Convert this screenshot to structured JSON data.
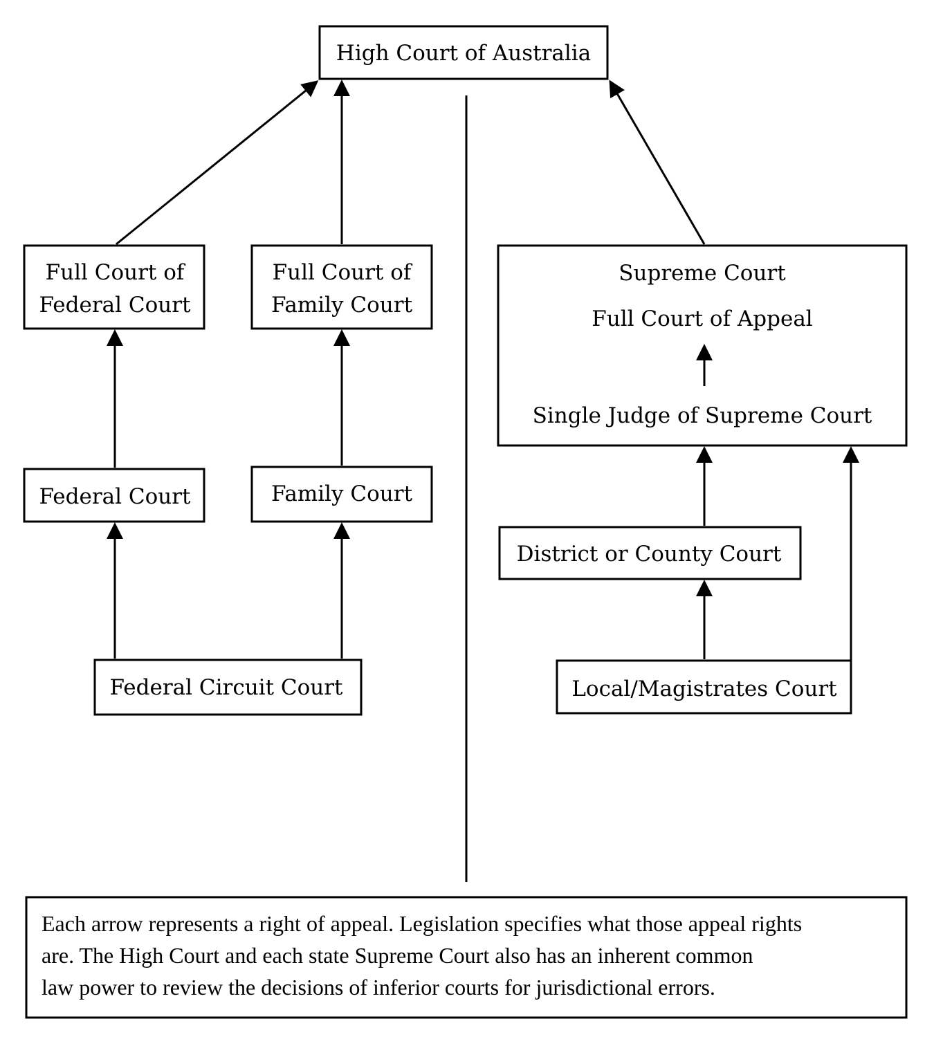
{
  "nodes": {
    "high_court": "High Court of Australia",
    "full_federal": [
      "Full Court of",
      "Federal Court"
    ],
    "full_family": [
      "Full Court of",
      "Family Court"
    ],
    "supreme": {
      "title": "Supreme Court",
      "appeal": "Full Court of Appeal",
      "single": "Single Judge of Supreme Court"
    },
    "federal_court": "Federal Court",
    "family_court": "Family Court",
    "district": "District or County Court",
    "federal_circuit": "Federal Circuit Court",
    "local": "Local/Magistrates Court"
  },
  "note": [
    "Each arrow represents a right of appeal. Legislation specifies what those appeal rights",
    "are. The High Court and each state Supreme Court also has an inherent common",
    "law power to review the decisions of inferior courts for jurisdictional errors."
  ]
}
